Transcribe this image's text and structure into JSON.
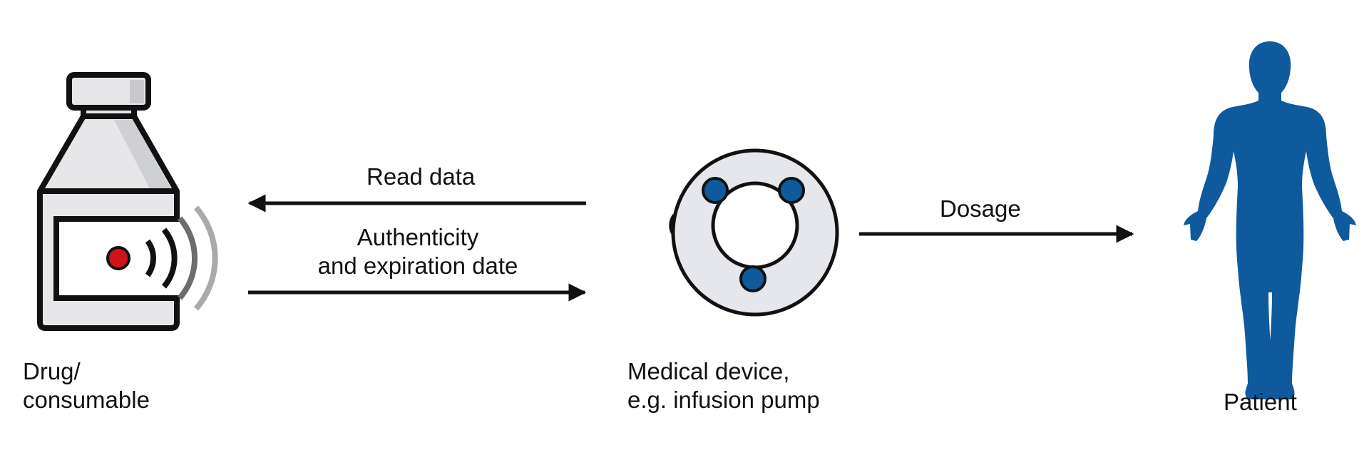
{
  "nodes": {
    "drug": {
      "line1": "Drug/",
      "line2": "consumable"
    },
    "device": {
      "line1": "Medical device,",
      "line2": "e.g. infusion pump"
    },
    "patient": {
      "label": "Patient"
    }
  },
  "edges": {
    "read": {
      "label": "Read data"
    },
    "auth": {
      "line1": "Authenticity",
      "line2": "and expiration date"
    },
    "dosage": {
      "label": "Dosage"
    }
  },
  "colors": {
    "accent_blue": "#0e5a9c",
    "tag_red": "#d0121b",
    "outline": "#111111",
    "bottle_fill": "#e7e7ea",
    "device_fill": "#e6e7ec",
    "wave_dark": "#111111",
    "wave_mid": "#6d6d6d",
    "wave_light": "#aaaaaa"
  }
}
